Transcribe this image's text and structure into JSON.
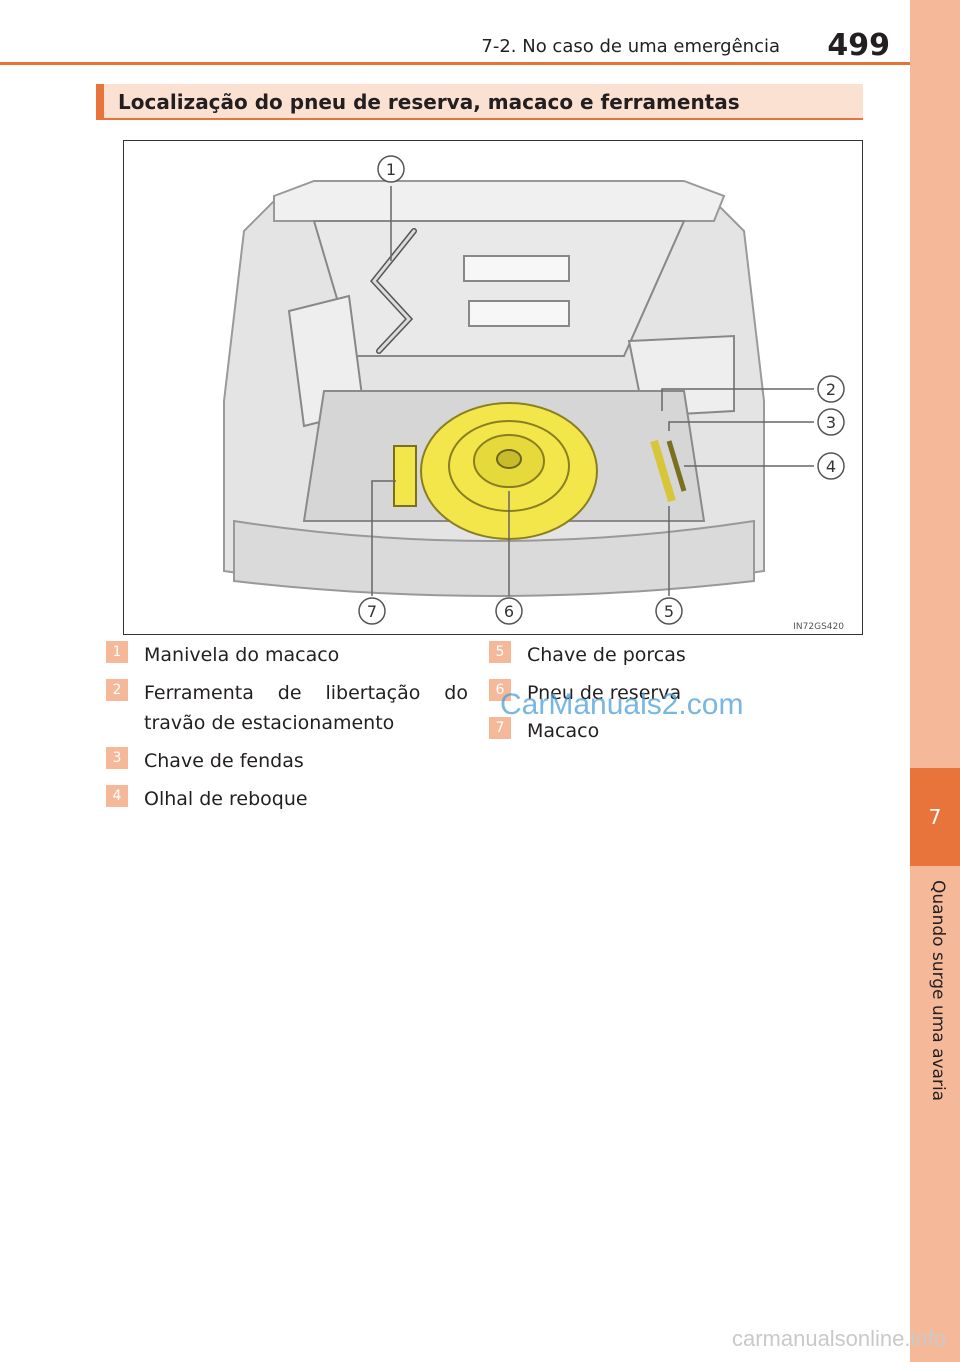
{
  "header": {
    "section": "7-2. No caso de uma emergência",
    "page_number": "499"
  },
  "side_tab": {
    "chapter_number": "7",
    "chapter_title": "Quando surge uma avaria"
  },
  "section_title": "Localização do pneu de reserva, macaco e ferramentas",
  "illustration": {
    "code": "IN72GS420",
    "callouts": [
      "1",
      "2",
      "3",
      "4",
      "5",
      "6",
      "7"
    ]
  },
  "legend": [
    {
      "num": "1",
      "label": "Manivela do macaco"
    },
    {
      "num": "2",
      "label": "Ferramenta de libertação do travão de estacionamento"
    },
    {
      "num": "3",
      "label": "Chave de fendas"
    },
    {
      "num": "4",
      "label": "Olhal de reboque"
    },
    {
      "num": "5",
      "label": "Chave de porcas"
    },
    {
      "num": "6",
      "label": "Pneu de reserva"
    },
    {
      "num": "7",
      "label": "Macaco"
    }
  ],
  "watermarks": {
    "middle": "CarManuals2.com",
    "bottom": "carmanualsonline.info"
  },
  "colors": {
    "accent": "#e8743c",
    "tab_light": "#f5b999",
    "title_bg": "#fbe1d1",
    "tire_yellow": "#f2e64a"
  }
}
